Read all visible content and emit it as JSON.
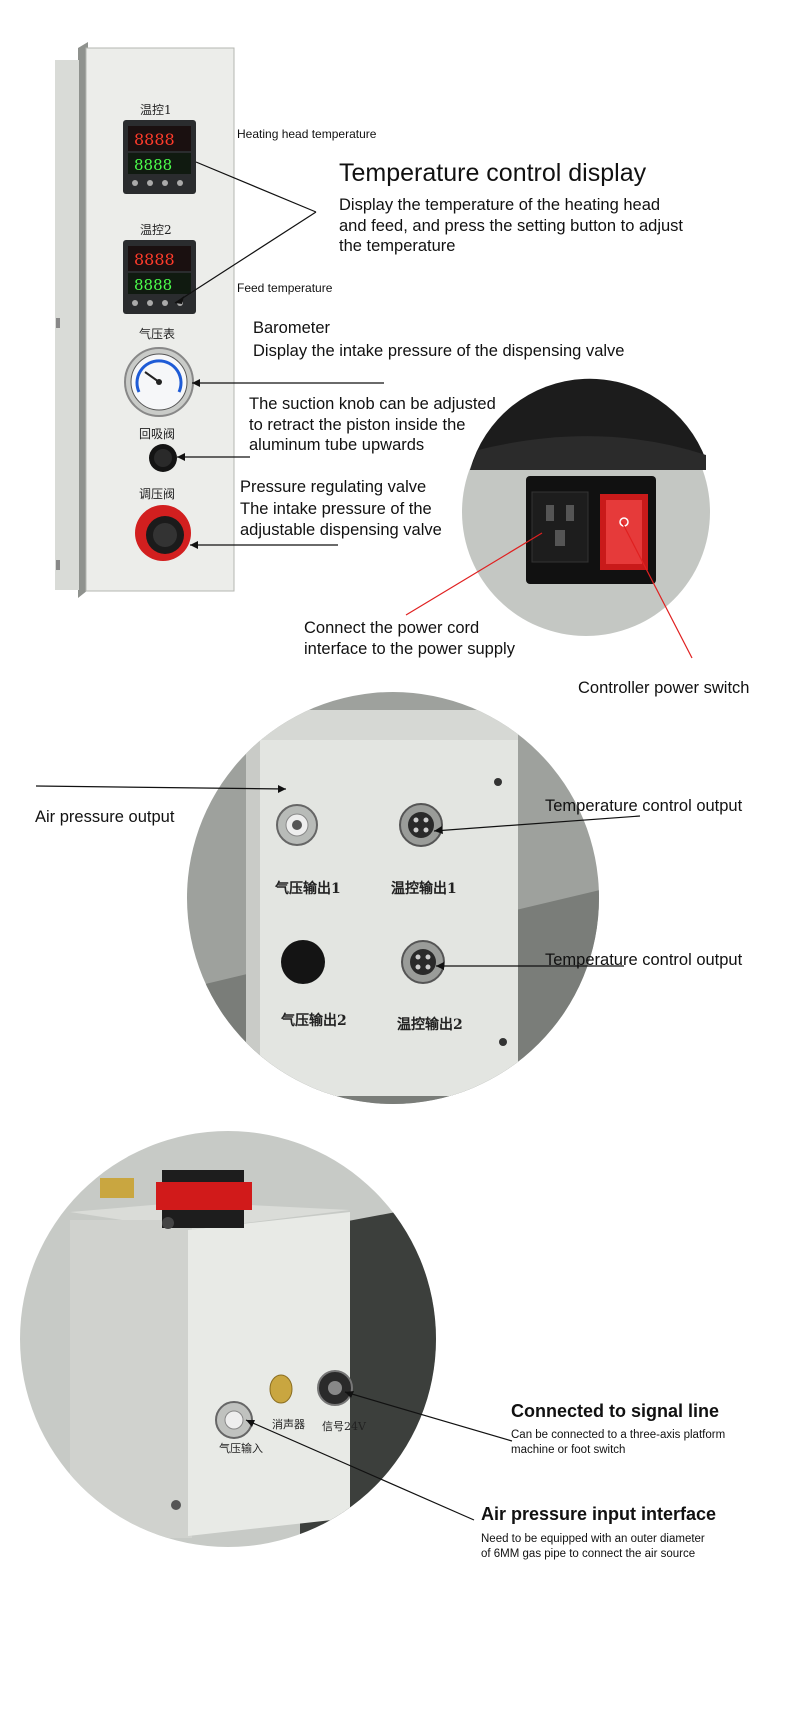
{
  "section1": {
    "panel_labels": {
      "temp1": "温控1",
      "temp2": "温控2",
      "gauge": "气压表",
      "suction": "回吸阀",
      "regulator": "调压阀"
    },
    "heating_head_temperature": "Heating head temperature",
    "feed_temperature": "Feed temperature",
    "temp_display_title": "Temperature control display",
    "temp_display_desc": "Display the temperature of the heating head\n and feed, and press the setting button to adjust\nthe temperature",
    "barometer_title": "Barometer",
    "barometer_desc": "Display the intake pressure of the dispensing valve",
    "suction_desc": "The suction knob can be adjusted\nto retract the piston inside the\naluminum tube upwards",
    "pressure_valve_title": "Pressure regulating valve",
    "pressure_valve_desc": "The intake pressure of the\nadjustable dispensing valve",
    "power_cord": "Connect the power cord\ninterface to the power supply",
    "power_switch": "Controller power switch"
  },
  "section2": {
    "air_pressure_output": "Air pressure output",
    "temp_control_output_1": "Temperature control output",
    "temp_control_output_2": "Temperature control output",
    "cn_air_out_1": "气压输出1",
    "cn_temp_out_1": "温控输出1",
    "cn_air_out_2": "气压输出2",
    "cn_temp_out_2": "温控输出2"
  },
  "section3": {
    "signal_title": "Connected to signal line",
    "signal_desc": "Can be connected to a three-axis platform\nmachine or foot switch",
    "air_input_title": "Air pressure input interface",
    "air_input_desc": "Need to be equipped with an outer diameter\nof 6MM gas pipe to connect the air source",
    "cn_air_input": "气压输入",
    "cn_muffler": "消声器",
    "cn_signal": "信号24V"
  },
  "colors": {
    "panel": "#e9ebe6",
    "red_accent": "#d11a1a",
    "photo_gray": "#b7bab6",
    "leader_red": "#e02020"
  }
}
